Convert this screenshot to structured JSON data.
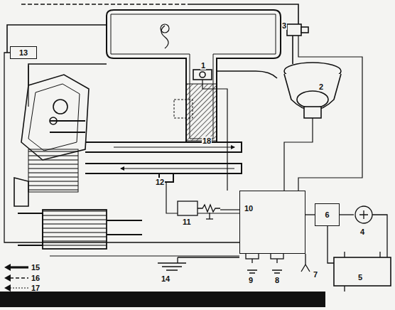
{
  "diagram": {
    "nodes": [
      {
        "text": [
          "13"
        ]
      },
      {
        "text": [
          "10"
        ]
      },
      {
        "text": [
          "6"
        ]
      }
    ],
    "edges": [
      {
        "from": 0,
        "to": 1,
        "arrow": "none"
      },
      {
        "from": 2,
        "to": 1,
        "arrow": "none"
      }
    ],
    "labels": [
      "1",
      "2",
      "3",
      "4",
      "5",
      "7",
      "8",
      "9",
      "11",
      "12",
      "14",
      "18"
    ],
    "legend": [
      {
        "text": "15"
      },
      {
        "text": "16"
      },
      {
        "text": "17"
      }
    ]
  }
}
